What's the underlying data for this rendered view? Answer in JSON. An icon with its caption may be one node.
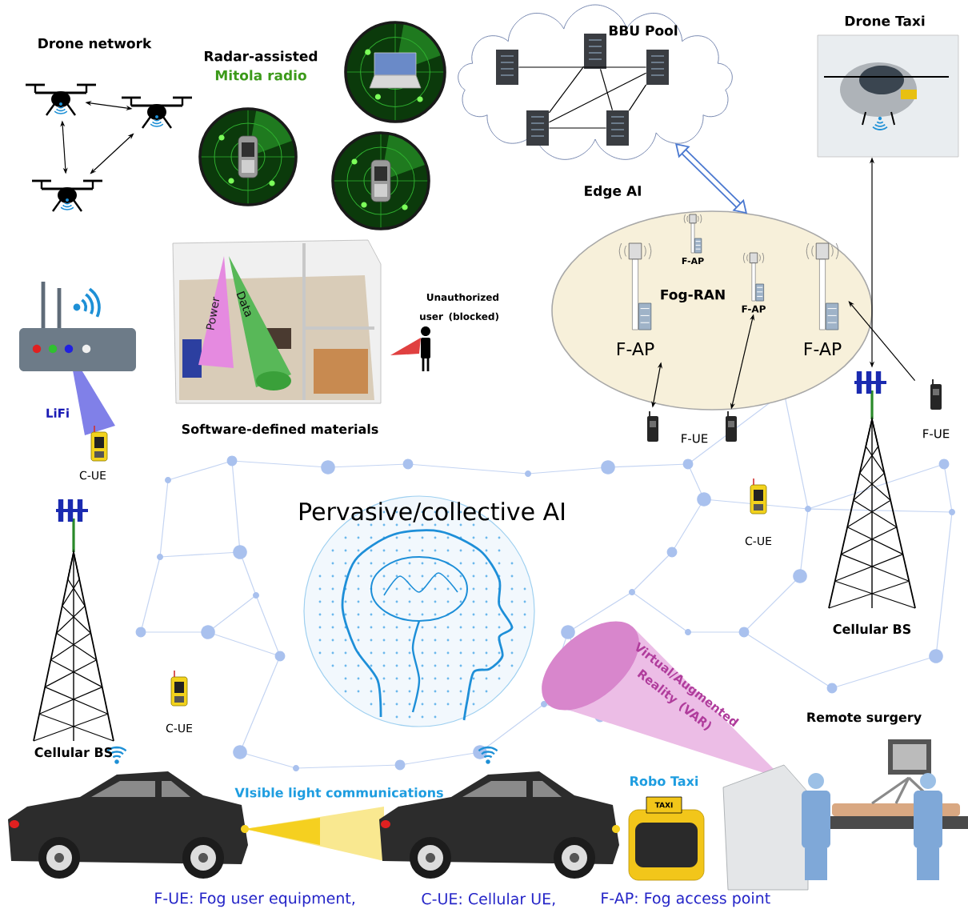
{
  "diagram": {
    "nodes": [
      {
        "text": [],
        "shape": "picture"
      },
      {
        "text": [],
        "shape": "picture"
      },
      {
        "text": [],
        "shape": "picture"
      },
      {
        "text": [
          "BBU Pool"
        ]
      },
      {
        "text": [],
        "shape": "picture",
        "in": 3
      },
      {
        "text": [],
        "shape": "picture",
        "in": 3
      },
      {
        "text": [],
        "shape": "picture",
        "in": 3
      },
      {
        "text": [],
        "shape": "picture",
        "in": 3
      },
      {
        "text": [],
        "shape": "picture",
        "in": 3
      },
      {
        "text": [
          "Drone Taxi"
        ]
      },
      {
        "text": [
          "Edge AI",
          "Fog-RAN"
        ]
      },
      {
        "text": [
          "F-AP"
        ],
        "in": 10
      },
      {
        "text": [
          "F-AP"
        ],
        "in": 10
      },
      {
        "text": [
          "F-AP"
        ],
        "in": 10
      },
      {
        "text": [
          "F-AP"
        ],
        "in": 10
      },
      {
        "text": [
          "F-UE"
        ]
      },
      {
        "text": [],
        "shape": "picture"
      },
      {
        "text": [
          "F-UE"
        ]
      },
      {
        "text": [
          "Cellular BS"
        ]
      }
    ],
    "edges": [
      {
        "from": 0,
        "to": 1,
        "arrow": "both"
      },
      {
        "from": 0,
        "to": 2,
        "arrow": "both"
      },
      {
        "from": 1,
        "to": 2,
        "arrow": "both"
      },
      {
        "from": 4,
        "to": 6,
        "arrow": "none"
      },
      {
        "from": 5,
        "to": 7,
        "arrow": "none"
      },
      {
        "from": 5,
        "to": 8,
        "arrow": "none"
      },
      {
        "from": 6,
        "to": 7,
        "arrow": "none"
      },
      {
        "from": 6,
        "to": 8,
        "arrow": "none"
      },
      {
        "from": 7,
        "to": 8,
        "arrow": "none"
      },
      {
        "from": 3,
        "to": 10,
        "arrow": "both",
        "style": "thick",
        "color": "#4a78d0"
      },
      {
        "from": 15,
        "to": 12,
        "arrow": "both"
      },
      {
        "from": 16,
        "to": 13,
        "arrow": "both"
      },
      {
        "from": 17,
        "to": 14,
        "arrow": "to"
      },
      {
        "from": 9,
        "to": 18,
        "arrow": "both"
      }
    ],
    "labels": [
      "Drone network",
      "Radar-assisted",
      "Mitola radio",
      "Power",
      "Data",
      "Unauthorized user (blocked)",
      "LiFi",
      "Software-defined materials",
      "C-UE",
      "Pervasive/collective AI",
      "C-UE",
      "Cellular BS",
      "C-UE",
      "Virtual/Augmented Reality (VAR)",
      "Remote surgery",
      "VIsible light communications",
      "Robo Taxi",
      "TAXI",
      "F-UE: Fog user equipment,",
      "C-UE: Cellular UE,",
      "F-AP: Fog access point"
    ]
  }
}
